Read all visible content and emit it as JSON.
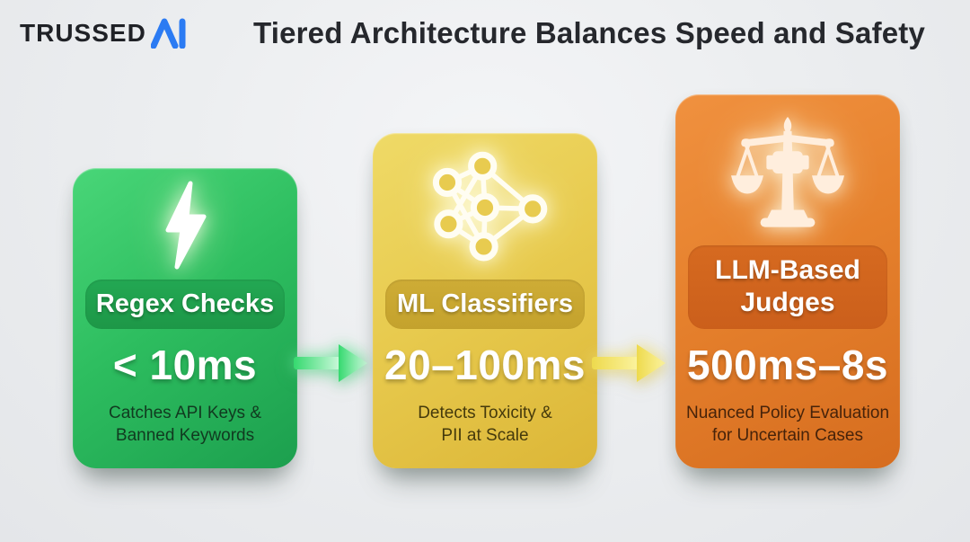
{
  "brand": {
    "name": "TRUSSED",
    "mark": "ai-mark-icon",
    "mark_color": "#2b7bf3",
    "text_color": "#1f2126"
  },
  "header": {
    "title": "Tiered Architecture Balances Speed and Safety"
  },
  "tiers": [
    {
      "id": "regex-checks",
      "icon": "lightning-bolt-icon",
      "label": "Regex Checks",
      "latency": "< 10ms",
      "description": "Catches API Keys &\nBanned Keywords",
      "card_color": "#2dbd5f",
      "pill_color": "#1f9c49"
    },
    {
      "id": "ml-classifiers",
      "icon": "neural-network-icon",
      "label": "ML Classifiers",
      "latency": "20–100ms",
      "description": "Detects Toxicity &\nPII at Scale",
      "card_color": "#e8cb4f",
      "pill_color": "#c9a832"
    },
    {
      "id": "llm-judges",
      "icon": "scales-of-justice-icon",
      "label": "LLM-Based Judges",
      "latency": "500ms–8s",
      "description": "Nuanced Policy Evaluation\nfor Uncertain Cases",
      "card_color": "#e6812d",
      "pill_color": "#cf6420"
    }
  ],
  "arrows": [
    {
      "from": "regex-checks",
      "to": "ml-classifiers",
      "color": "#3fdb74"
    },
    {
      "from": "ml-classifiers",
      "to": "llm-judges",
      "color": "#f2e257"
    }
  ]
}
